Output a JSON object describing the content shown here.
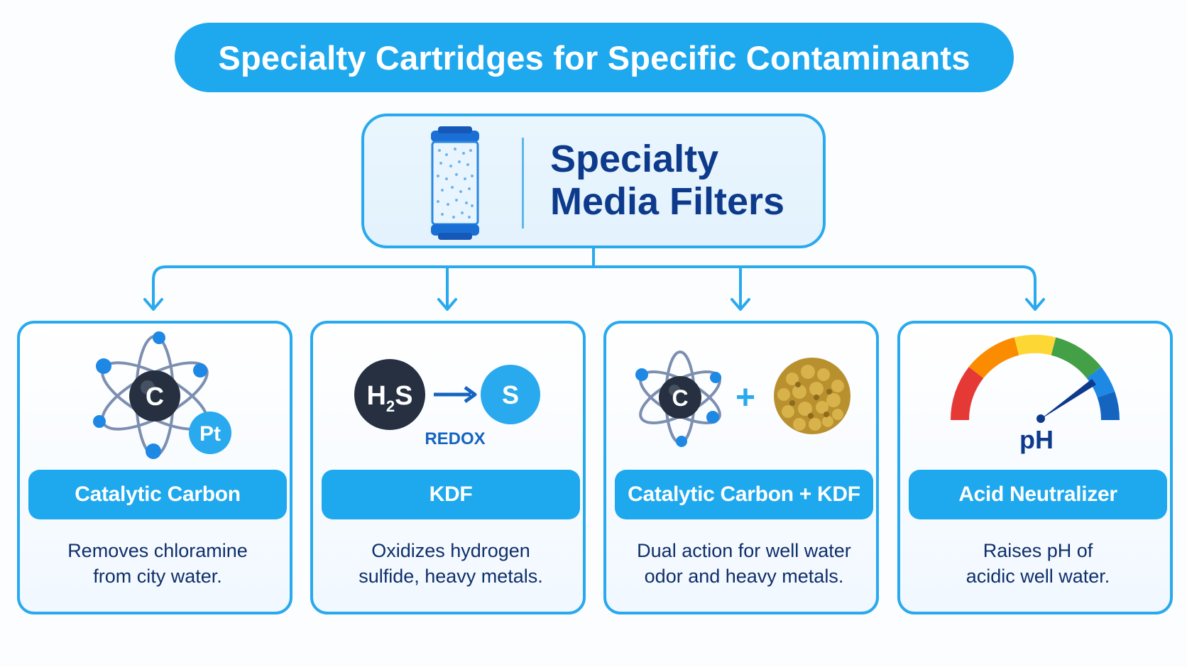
{
  "title": "Specialty Cartridges for Specific Contaminants",
  "root": {
    "title_line1": "Specialty",
    "title_line2": "Media Filters",
    "icon": "filter-cartridge-icon"
  },
  "cards": [
    {
      "label": "Catalytic Carbon",
      "desc_line1": "Removes chloramine",
      "desc_line2": "from city water.",
      "icon": "carbon-atom-platinum-icon",
      "symbols": {
        "atom": "C",
        "catalyst": "Pt"
      }
    },
    {
      "label": "KDF",
      "desc_line1": "Oxidizes hydrogen",
      "desc_line2": "sulfide, heavy metals.",
      "icon": "redox-reaction-icon",
      "symbols": {
        "reactant": "H",
        "reactant_sub": "2",
        "reactant_tail": "S",
        "product": "S",
        "reaction": "REDOX"
      }
    },
    {
      "label": "Catalytic Carbon + KDF",
      "desc_line1": "Dual action for well water",
      "desc_line2": "odor and heavy metals.",
      "icon": "carbon-plus-kdf-icon",
      "symbols": {
        "atom": "C",
        "plus": "+"
      }
    },
    {
      "label": "Acid Neutralizer",
      "desc_line1": "Raises pH of",
      "desc_line2": "acidic well water.",
      "icon": "ph-gauge-icon",
      "symbols": {
        "gauge": "pH"
      }
    }
  ],
  "colors": {
    "accent": "#1ea8ee",
    "navy": "#0e3a8c",
    "border": "#29a9ee",
    "gauge": [
      "#e53935",
      "#fb8c00",
      "#fdd835",
      "#43a047",
      "#1e88e5",
      "#1565c0"
    ]
  }
}
